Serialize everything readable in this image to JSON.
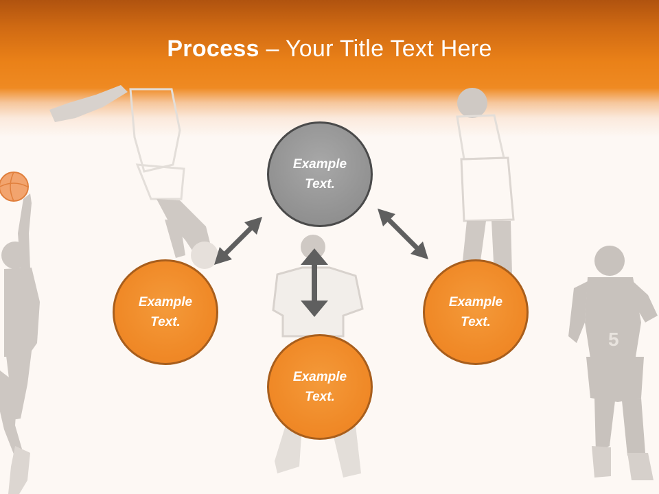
{
  "slide": {
    "title_bold": "Process",
    "title_rest": " – Your Title Text Here"
  },
  "nodes": {
    "top": {
      "label": "Example\nText.",
      "color": "#949494"
    },
    "left": {
      "label": "Example\nText.",
      "color": "#f08a28"
    },
    "bottom": {
      "label": "Example\nText.",
      "color": "#f08a28"
    },
    "right": {
      "label": "Example\nText.",
      "color": "#f08a28"
    }
  },
  "colors": {
    "accent": "#ef8a22",
    "arrow": "#5f5f5f",
    "silhouette": "#c8c2bd"
  }
}
